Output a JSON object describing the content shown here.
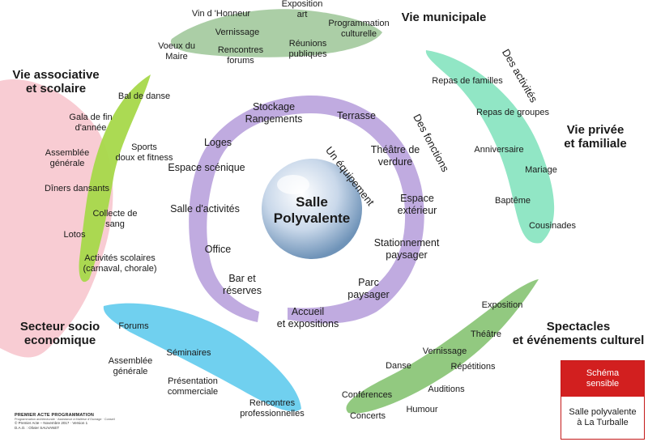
{
  "center": {
    "title": "Salle\nPolyvalente"
  },
  "rotated_labels": {
    "equipement": "Un équipement",
    "fonctions": "Des fonctions",
    "activites": "Des activités"
  },
  "functions": [
    "Stockage\nRangements",
    "Terrasse",
    "Théâtre de\nverdure",
    "Espace\nextérieur",
    "Stationnement\npaysager",
    "Parc\npaysager",
    "Accueil\net expositions",
    "Bar et\nréserves",
    "Office",
    "Salle d'activités",
    "Espace scénique",
    "Loges"
  ],
  "sectors": {
    "vie_municipale": {
      "title": "Vie municipale",
      "items": [
        "Vin d 'Honneur",
        "Exposition\nart",
        "Programmation\nculturelle",
        "Vernissage",
        "Voeux du\nMaire",
        "Rencontres\nforums",
        "Réunions\npubliques"
      ]
    },
    "vie_privee": {
      "title": "Vie privée\net familiale",
      "items": [
        "Repas de familles",
        "Repas de groupes",
        "Anniversaire",
        "Mariage",
        "Baptême",
        "Cousinades"
      ]
    },
    "spectacles": {
      "title": "Spectacles\net événements culturel",
      "items": [
        "Exposition",
        "Théâtre",
        "Vernissage",
        "Répétitions",
        "Danse",
        "Auditions",
        "Conférences",
        "Humour",
        "Concerts"
      ]
    },
    "socio_eco": {
      "title": "Secteur socio\neconomique",
      "items": [
        "Forums",
        "Séminaires",
        "Assemblée\ngénérale",
        "Présentation\ncommerciale",
        "Rencontres\nprofessionnelles"
      ]
    },
    "associative": {
      "title": "Vie associative\net scolaire",
      "items": [
        "Bal de danse",
        "Gala de fin\nd'année",
        "Sports\ndoux et fitness",
        "Assemblée\ngénérale",
        "Dîners dansants",
        "Collecte de\nsang",
        "Lotos",
        "Activités scolaires\n(carnaval, chorale)"
      ]
    }
  },
  "badge": {
    "top": "Schéma\nsensible",
    "bottom": "Salle polyvalente\nà La Turballe"
  },
  "credit": {
    "title": "PREMIER ACTE PROGRAMMATION",
    "subtitle": "Programmation architecturale · Assistance à Maîtrise d'Ouvrage · Conseil",
    "line1": "© Premier Acte – Novembre 2017 · Version 1",
    "line2": "D.A.O. : Olivier SAUVANET"
  },
  "colors": {
    "spiral": "#b9a2dd",
    "green": "#a6d84a",
    "teal": "#7ee2bb",
    "olive": "#7fbf6a",
    "blue": "#57c8ec",
    "sage": "#9cc596",
    "pink": "#f7c3cb",
    "badge_red": "#d21f1f"
  }
}
